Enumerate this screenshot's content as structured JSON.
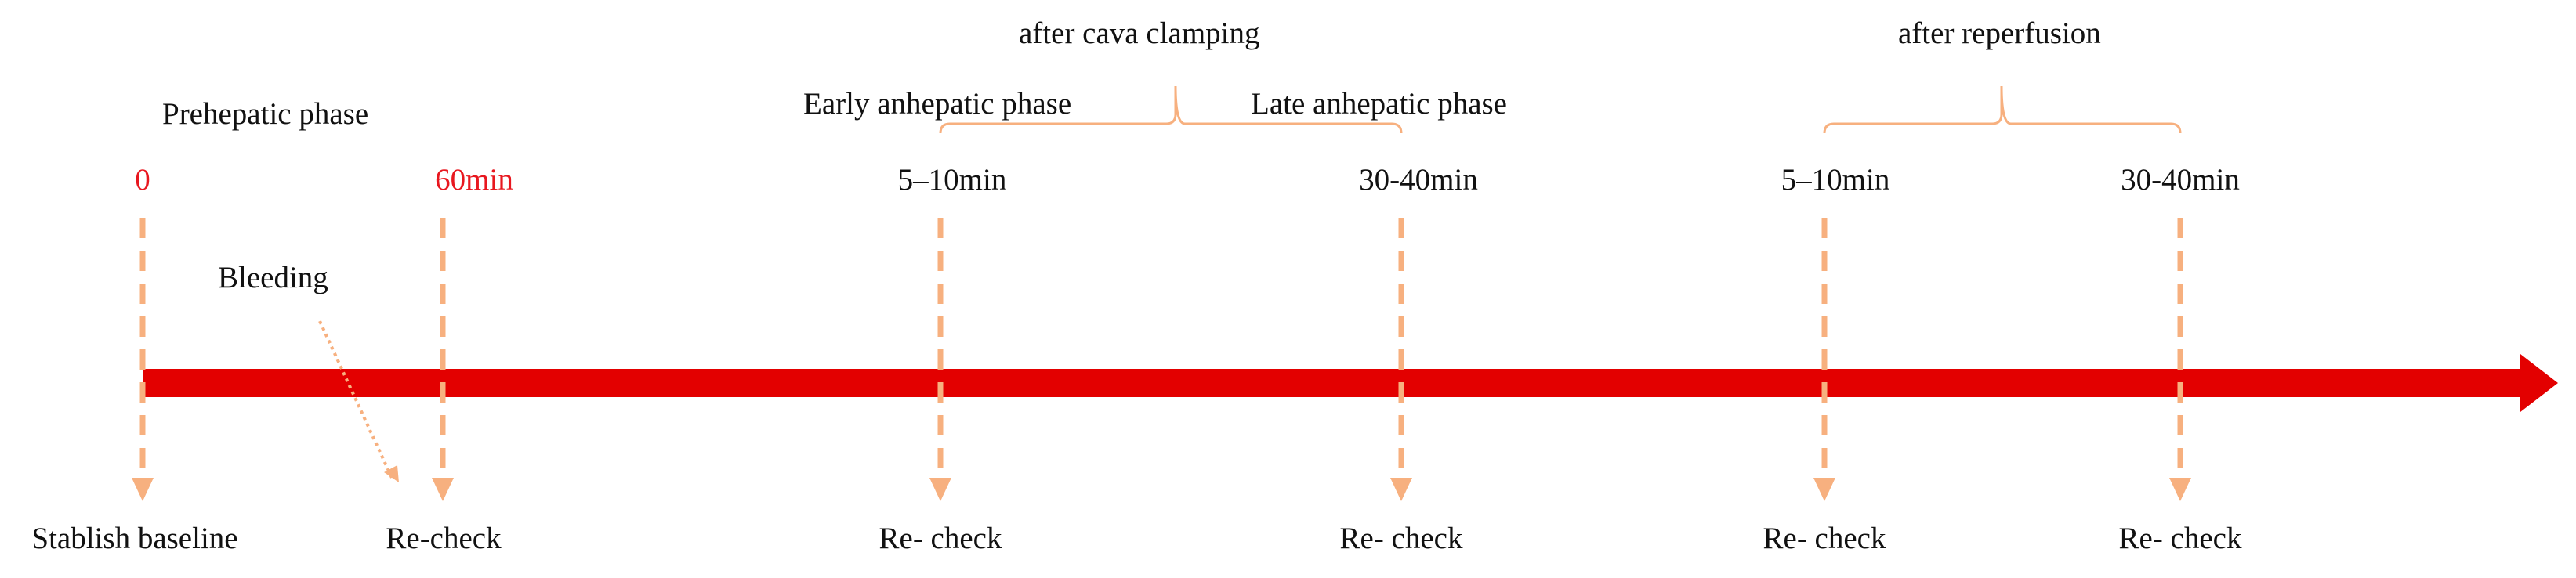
{
  "phase_labels": {
    "prehepatic": "Prehepatic phase",
    "after_cava": "after cava clamping",
    "early_anhepatic": "Early anhepatic phase",
    "late_anhepatic": "Late anhepatic phase",
    "after_reperfusion": "after reperfusion"
  },
  "bleeding_label": "Bleeding",
  "time_points": [
    {
      "time": "0",
      "check": "Stablish baseline",
      "highlight": true
    },
    {
      "time": "60min",
      "check": "Re-check",
      "highlight": true
    },
    {
      "time": "5–10min",
      "check": "Re- check",
      "highlight": false
    },
    {
      "time": "30-40min",
      "check": "Re- check",
      "highlight": false
    },
    {
      "time": "5–10min",
      "check": "Re- check",
      "highlight": false
    },
    {
      "time": "30-40min",
      "check": "Re- check",
      "highlight": false
    }
  ],
  "colors": {
    "timeline": "#e30000",
    "marker": "#f7b07f",
    "highlight_text": "#e8171f",
    "text": "#111111"
  }
}
